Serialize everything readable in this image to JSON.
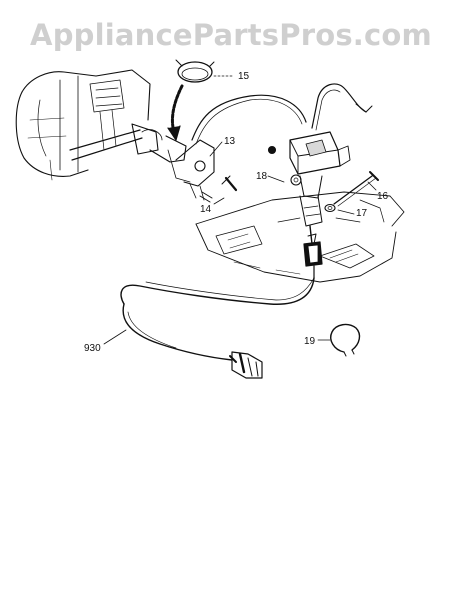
{
  "watermark": "AppliancePartsPros.com",
  "callouts": {
    "c13": "13",
    "c14": "14",
    "c15": "15",
    "c16": "16",
    "c17": "17",
    "c18": "18",
    "c19": "19",
    "c930": "930"
  },
  "colors": {
    "ink": "#111111",
    "watermark": "#cfcfcf"
  }
}
